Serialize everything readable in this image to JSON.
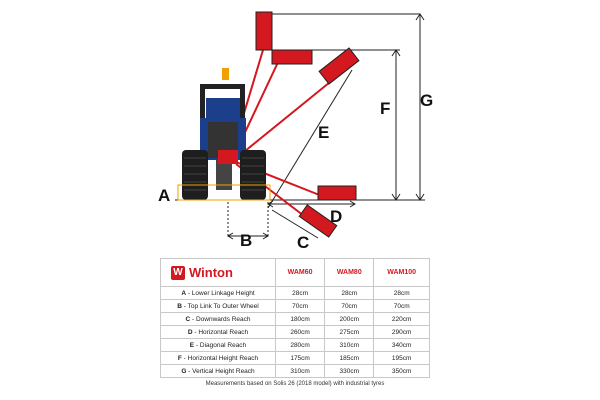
{
  "diagram": {
    "labels": {
      "a": "A",
      "b": "B",
      "c": "C",
      "d": "D",
      "e": "E",
      "f": "F",
      "g": "G"
    }
  },
  "colors": {
    "accent": "#d3181f",
    "dimension_line": "#222222",
    "tractor_body": "#1b3f8a"
  },
  "table": {
    "brand": "Winton",
    "brand_initial": "W",
    "models": [
      "WAM60",
      "WAM80",
      "WAM100"
    ],
    "rows": [
      {
        "code": "A",
        "name": "Lower Linkage Height",
        "values": [
          "28cm",
          "28cm",
          "28cm"
        ]
      },
      {
        "code": "B",
        "name": "Top Link To Outer Wheel",
        "values": [
          "70cm",
          "70cm",
          "70cm"
        ]
      },
      {
        "code": "C",
        "name": "Downwards Reach",
        "values": [
          "180cm",
          "200cm",
          "220cm"
        ]
      },
      {
        "code": "D",
        "name": "Horizontal Reach",
        "values": [
          "260cm",
          "275cm",
          "290cm"
        ]
      },
      {
        "code": "E",
        "name": "Diagonal Reach",
        "values": [
          "280cm",
          "310cm",
          "340cm"
        ]
      },
      {
        "code": "F",
        "name": "Horizontal Height Reach",
        "values": [
          "175cm",
          "185cm",
          "195cm"
        ]
      },
      {
        "code": "G",
        "name": "Vertical Height Reach",
        "values": [
          "310cm",
          "330cm",
          "350cm"
        ]
      }
    ]
  },
  "footnote": "Measurements based on Solis 26 (2018 model) with industrial tyres"
}
